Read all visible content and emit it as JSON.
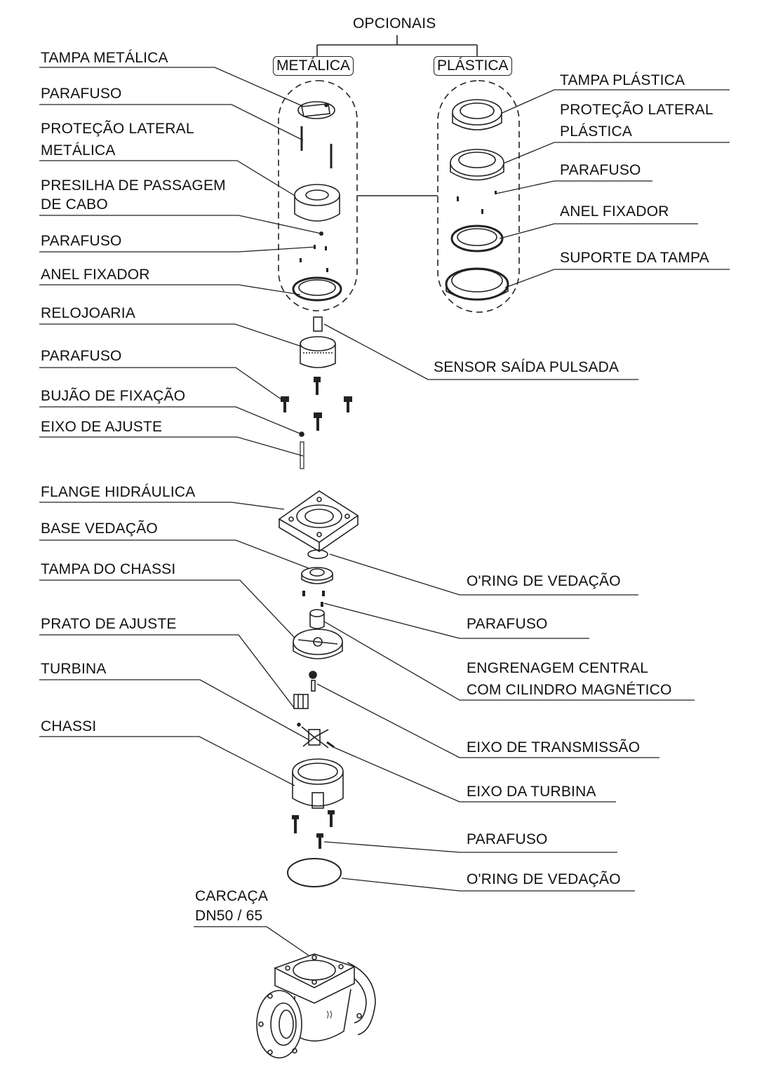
{
  "header": {
    "title": "OPCIONAIS",
    "metalica": "METÁLICA",
    "plastica": "PLÁSTICA"
  },
  "left_labels": [
    "TAMPA METÁLICA",
    "PARAFUSO",
    "PROTEÇÃO LATERAL",
    "METÁLICA",
    "PRESILHA DE PASSAGEM",
    "DE CABO",
    "PARAFUSO",
    "ANEL FIXADOR",
    "RELOJOARIA",
    "PARAFUSO",
    "BUJÃO DE FIXAÇÃO",
    "EIXO DE AJUSTE",
    "FLANGE HIDRÁULICA",
    "BASE VEDAÇÃO",
    "TAMPA DO CHASSI",
    "PRATO DE AJUSTE",
    "TURBINA",
    "CHASSI",
    "CARCAÇA",
    "DN50 / 65"
  ],
  "right_labels": [
    "TAMPA PLÁSTICA",
    "PROTEÇÃO LATERAL",
    "PLÁSTICA",
    "PARAFUSO",
    "ANEL FIXADOR",
    "SUPORTE DA TAMPA",
    "SENSOR SAÍDA PULSADA",
    "O'RING DE VEDAÇÃO",
    "PARAFUSO",
    "ENGRENAGEM CENTRAL",
    "COM CILINDRO MAGNÉTICO",
    "EIXO DE TRANSMISSÃO",
    "EIXO DA TURBINA",
    "PARAFUSO",
    "O'RING DE VEDAÇÃO"
  ]
}
